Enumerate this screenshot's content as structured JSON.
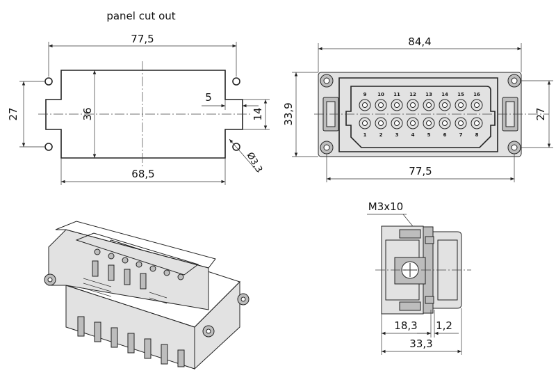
{
  "panel_cutout": {
    "title": "panel cut out",
    "dim_top": "77,5",
    "dim_bottom": "68,5",
    "dim_left": "27",
    "dim_inner": "36",
    "dim_slot_w": "5",
    "dim_slot_h": "14",
    "dim_hole": "Ø3,3"
  },
  "front_view": {
    "dim_top": "84,4",
    "dim_bottom": "77,5",
    "dim_left": "33,9",
    "dim_right": "27",
    "pins_top": [
      "9",
      "10",
      "11",
      "12",
      "13",
      "14",
      "15",
      "16"
    ],
    "pins_bottom": [
      "1",
      "2",
      "3",
      "4",
      "5",
      "6",
      "7",
      "8"
    ]
  },
  "side_view": {
    "screw_label": "M3x10",
    "dim_a": "18,3",
    "dim_b": "1,2",
    "dim_total": "33,3"
  }
}
